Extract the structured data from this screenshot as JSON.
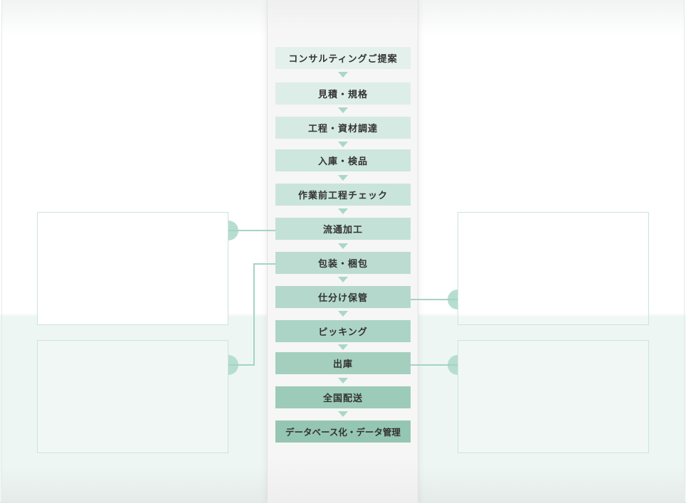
{
  "flow": {
    "steps": [
      {
        "label": "コンサルティングご提案",
        "color": "#e3f0ec"
      },
      {
        "label": "見積・規格",
        "color": "#ddede8"
      },
      {
        "label": "工程・資材調達",
        "color": "#d5eae3"
      },
      {
        "label": "入庫・検品",
        "color": "#cde6de"
      },
      {
        "label": "作業前工程チェック",
        "color": "#c9e4db"
      },
      {
        "label": "流通加工",
        "color": "#c3e1d7"
      },
      {
        "label": "包装・梱包",
        "color": "#bcdcd1"
      },
      {
        "label": "仕分け保管",
        "color": "#b4d8cc"
      },
      {
        "label": "ピッキング",
        "color": "#acd4c6"
      },
      {
        "label": "出庫",
        "color": "#a4cfbf"
      },
      {
        "label": "全国配送",
        "color": "#9ccbb9"
      },
      {
        "label": "データベース化・データ管理",
        "color": "#95c6b3"
      }
    ],
    "arrow_color": "#a9d7c8",
    "connector_color": "#a5d3c4",
    "tab_color": "#b6ddd1",
    "panel_border_color": "#cbe4dc"
  }
}
